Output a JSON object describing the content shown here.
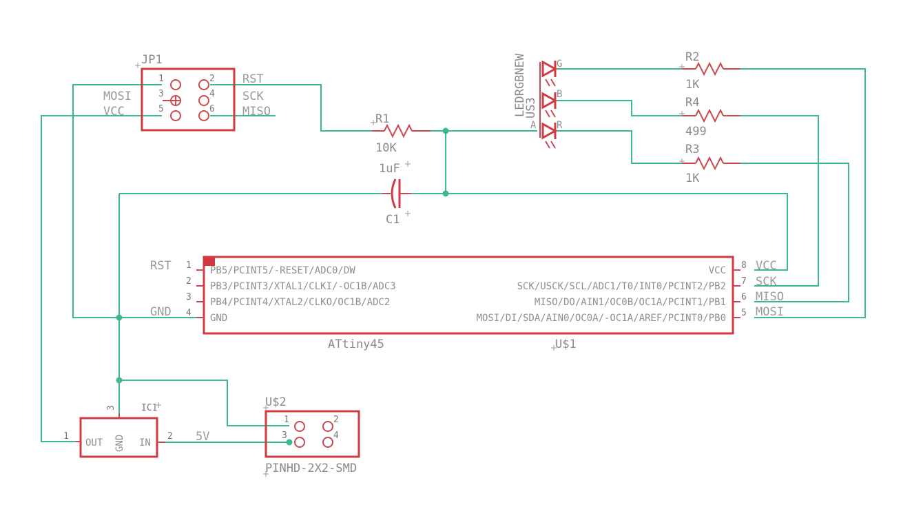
{
  "schematic": {
    "connector_jp1": {
      "name": "JP1",
      "pins": [
        "1",
        "2",
        "3",
        "4",
        "5",
        "6"
      ],
      "nets_left": [
        "MOSI",
        "VCC"
      ],
      "nets_right": [
        "RST",
        "SCK",
        "MISO"
      ]
    },
    "r1": {
      "name": "R1",
      "value": "10K"
    },
    "r2": {
      "name": "R2",
      "value": "1K"
    },
    "r3": {
      "name": "R3",
      "value": "1K"
    },
    "r4": {
      "name": "R4",
      "value": "499"
    },
    "c1": {
      "name": "C1",
      "value": "1uF"
    },
    "led": {
      "name": "LEDRGBNEW",
      "ref": "US3",
      "channels": [
        "G",
        "B",
        "R"
      ],
      "anode": "A"
    },
    "mcu": {
      "name": "ATtiny45",
      "ref": "U$1",
      "left_pins": [
        {
          "num": "1",
          "name": "PB5/PCINT5/-RESET/ADC0/DW",
          "net": "RST"
        },
        {
          "num": "2",
          "name": "PB3/PCINT3/XTAL1/CLKI/-OC1B/ADC3",
          "net": ""
        },
        {
          "num": "3",
          "name": "PB4/PCINT4/XTAL2/CLKO/OC1B/ADC2",
          "net": ""
        },
        {
          "num": "4",
          "name": "GND",
          "net": "GND"
        }
      ],
      "right_pins": [
        {
          "num": "8",
          "name": "VCC",
          "net": "VCC"
        },
        {
          "num": "7",
          "name": "SCK/USCK/SCL/ADC1/T0/INT0/PCINT2/PB2",
          "net": "SCK"
        },
        {
          "num": "6",
          "name": "MISO/DO/AIN1/OC0B/OC1A/PCINT1/PB1",
          "net": "MISO"
        },
        {
          "num": "5",
          "name": "MOSI/DI/SDA/AIN0/OC0A/-OC1A/AREF/PCINT0/PB0",
          "net": "MOSI"
        }
      ]
    },
    "regulator": {
      "ref": "IC1",
      "out": "OUT",
      "in": "IN",
      "gnd": "GND",
      "pins": [
        "1",
        "2",
        "3"
      ],
      "net_in": "5V"
    },
    "header_us2": {
      "ref": "U$2",
      "name": "PINHD-2X2-SMD",
      "pins": [
        "1",
        "2",
        "3",
        "4"
      ]
    }
  },
  "colors": {
    "wire": "#3cb891",
    "part": "#d0393f",
    "text": "#8a8a8a"
  }
}
